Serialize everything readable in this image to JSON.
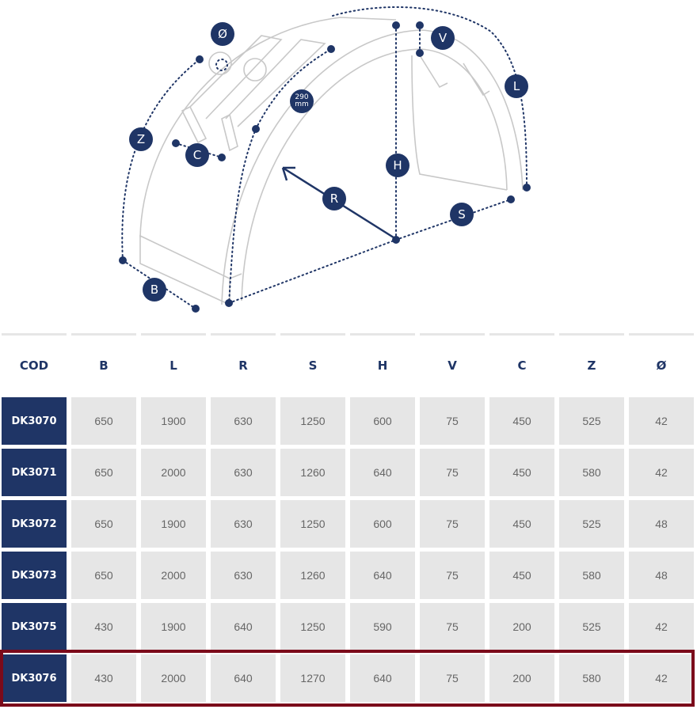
{
  "diagram": {
    "labels": {
      "diameter": "Ø",
      "z": "Z",
      "c": "C",
      "width_note_value": "290",
      "width_note_unit": "mm",
      "b": "B",
      "r": "R",
      "h": "H",
      "v": "V",
      "l": "L",
      "s": "S"
    }
  },
  "table": {
    "headers": [
      "COD",
      "B",
      "L",
      "R",
      "S",
      "H",
      "V",
      "C",
      "Z",
      "Ø"
    ],
    "rows": [
      [
        "DK3070",
        "650",
        "1900",
        "630",
        "1250",
        "600",
        "75",
        "450",
        "525",
        "42"
      ],
      [
        "DK3071",
        "650",
        "2000",
        "630",
        "1260",
        "640",
        "75",
        "450",
        "580",
        "42"
      ],
      [
        "DK3072",
        "650",
        "1900",
        "630",
        "1250",
        "600",
        "75",
        "450",
        "525",
        "48"
      ],
      [
        "DK3073",
        "650",
        "2000",
        "630",
        "1260",
        "640",
        "75",
        "450",
        "580",
        "48"
      ],
      [
        "DK3075",
        "430",
        "1900",
        "640",
        "1250",
        "590",
        "75",
        "200",
        "525",
        "42"
      ],
      [
        "DK3076",
        "430",
        "2000",
        "640",
        "1270",
        "640",
        "75",
        "200",
        "580",
        "42"
      ]
    ],
    "highlighted_row": 5
  },
  "colors": {
    "navy": "#1f3566",
    "highlight": "#7b0a1a",
    "cell": "#e6e6e6"
  }
}
